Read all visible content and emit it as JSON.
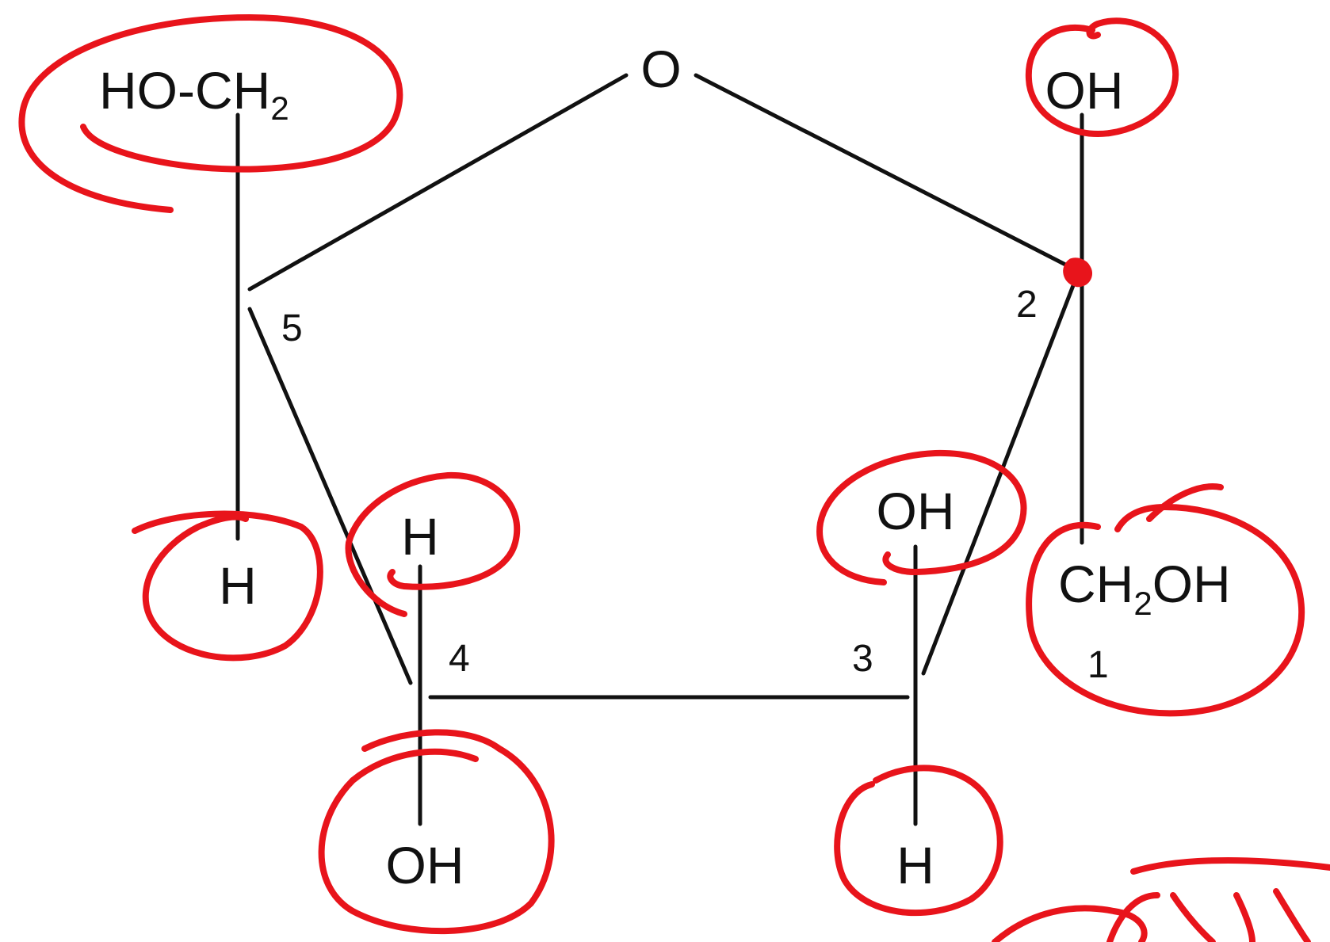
{
  "diagram": {
    "ring_oxygen": "O",
    "carbon_numbers": {
      "c1": "1",
      "c2": "2",
      "c3": "3",
      "c4": "4",
      "c5": "5"
    },
    "substituents": {
      "c2_top": "OH",
      "c1_group": {
        "main": "CH",
        "sub": "2",
        "tail": "OH"
      },
      "c5_top": {
        "main": "HO-CH",
        "sub": "2"
      },
      "c5_bottom": "H",
      "c4_top": "H",
      "c4_bottom": "OH",
      "c3_top": "OH",
      "c3_bottom": "H"
    },
    "colors": {
      "bond": "#111111",
      "annotation": "#e8141b"
    }
  }
}
